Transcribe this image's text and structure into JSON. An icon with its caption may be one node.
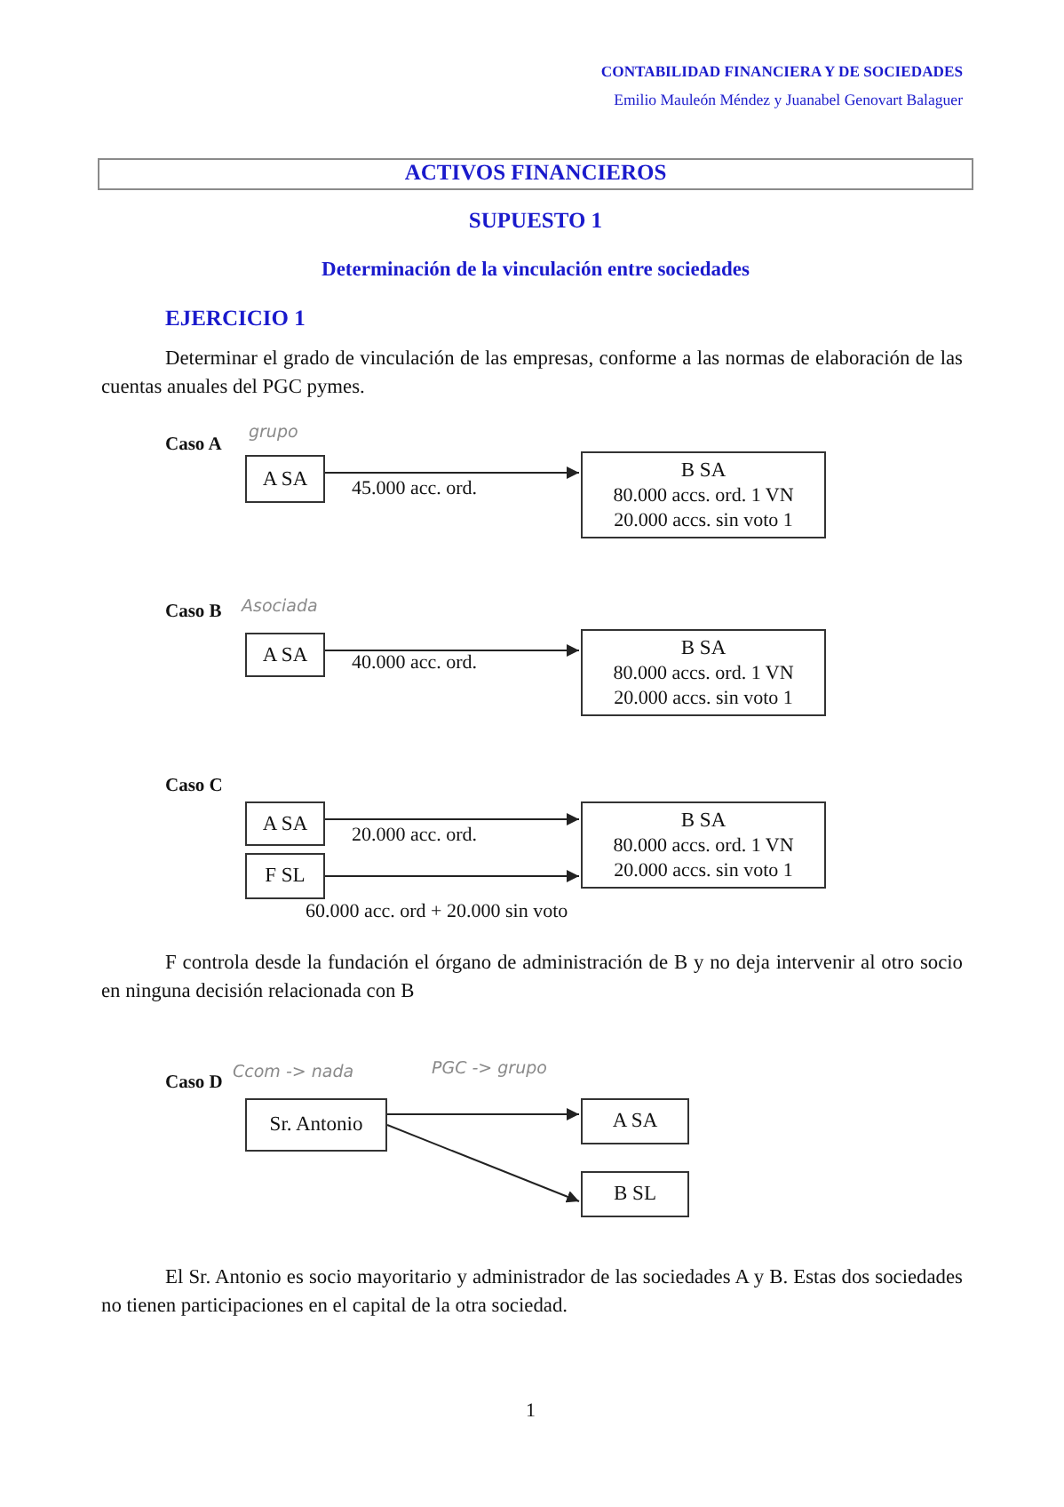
{
  "diagram": {
    "title": "ACTIVOS FINANCIEROS",
    "nodes": [
      {
        "text": [
          "A SA"
        ]
      },
      {
        "text": [
          "B SA",
          "80.000 accs. ord. 1 VN",
          "20.000 accs. sin voto 1"
        ]
      },
      {
        "text": [
          "A SA"
        ]
      },
      {
        "text": [
          "B SA",
          "80.000 accs. ord. 1 VN",
          "20.000 accs. sin voto 1"
        ]
      },
      {
        "text": [
          "A SA"
        ]
      },
      {
        "text": [
          "F SL"
        ]
      },
      {
        "text": [
          "B SA",
          "80.000 accs. ord. 1 VN",
          "20.000 accs. sin voto 1"
        ]
      },
      {
        "text": [
          "Sr. Antonio"
        ]
      },
      {
        "text": [
          "A SA"
        ]
      },
      {
        "text": [
          "B SL"
        ]
      }
    ],
    "edges": [
      {
        "from": 0,
        "to": 1,
        "arrow": "to",
        "label": "45.000 acc. ord."
      },
      {
        "from": 2,
        "to": 3,
        "arrow": "to",
        "label": "40.000 acc. ord."
      },
      {
        "from": 4,
        "to": 6,
        "arrow": "to",
        "label": "20.000 acc. ord."
      },
      {
        "from": 5,
        "to": 6,
        "arrow": "to",
        "label": "60.000 acc. ord + 20.000 sin voto"
      },
      {
        "from": 7,
        "to": 8,
        "arrow": "to"
      },
      {
        "from": 7,
        "to": 9,
        "arrow": "to"
      }
    ],
    "labels": [
      "CONTABILIDAD FINANCIERA Y DE SOCIEDADES",
      "Emilio Mauleón Méndez y Juanabel Genovart Balaguer",
      "SUPUESTO 1",
      "Determinación de la vinculación entre sociedades",
      "EJERCICIO 1",
      "Determinar el grado de vinculación de las empresas, conforme a las normas de elaboración de las cuentas anuales del PGC pymes.",
      "Caso A",
      "grupo",
      "Caso B",
      "Asociada",
      "Caso C",
      "F controla desde la fundación el órgano de administración de B y no deja intervenir al otro socio en ninguna decisión relacionada con B",
      "Caso D",
      "Ccom -> nada",
      "PGC -> grupo",
      "El Sr. Antonio es socio mayoritario y administrador de las sociedades A y B. Estas dos sociedades no tienen participaciones en el capital de la otra sociedad.",
      "1"
    ]
  }
}
